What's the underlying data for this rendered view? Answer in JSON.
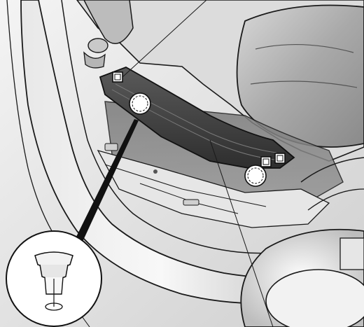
{
  "figure": {
    "palette": {
      "background": "#ffffff",
      "body_light": "#efefef",
      "body_mid": "#d4d4d4",
      "body_shadow": "#a8a8a8",
      "panel_dark": "#6c6c6c",
      "trim_dark": "#3a3a3a",
      "outline": "#1a1a1a"
    },
    "parts": {
      "sill_trim": "scuff-plate",
      "clip_round": "clip",
      "clip_square": "fastener",
      "detail_callout": "clip-detail"
    },
    "markers": {
      "square_fasteners": 3,
      "round_clips": 2
    }
  }
}
